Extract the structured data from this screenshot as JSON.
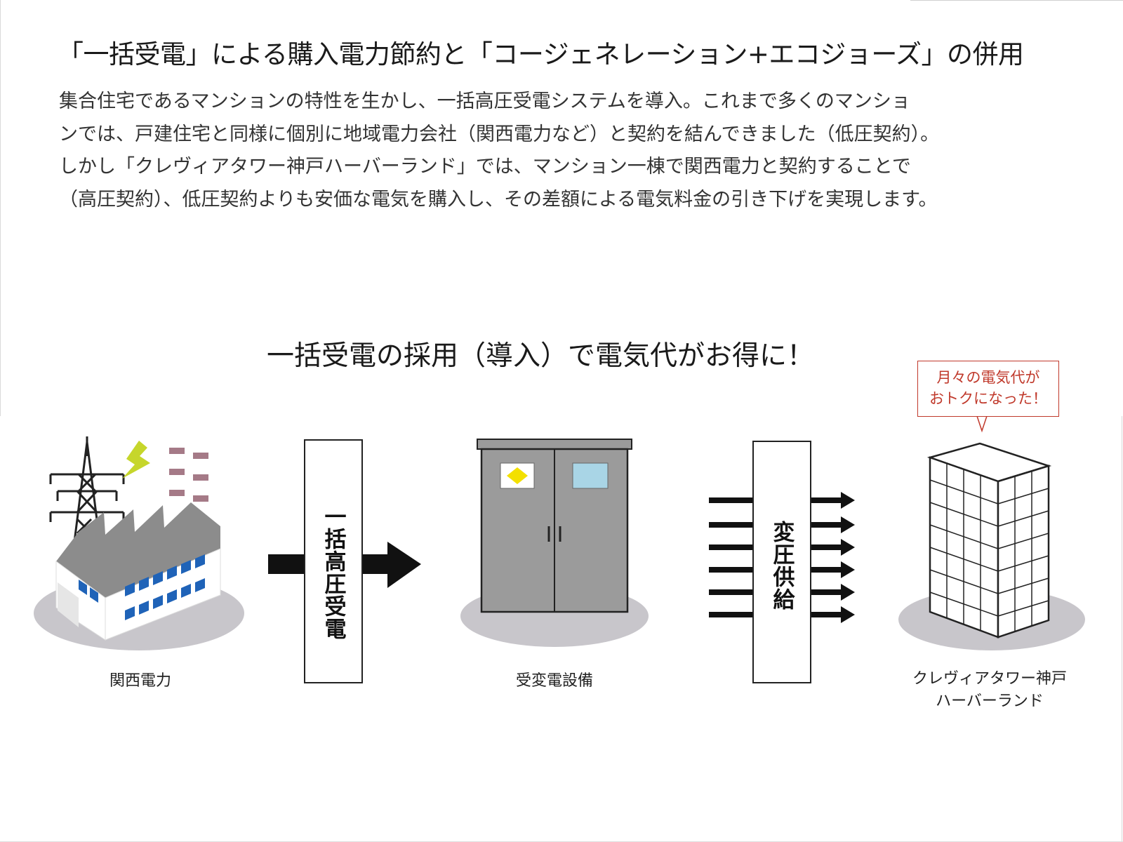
{
  "title": "「一括受電」による購入電力節約と「コージェネレーション+エコジョーズ」の併用",
  "description": [
    "集合住宅であるマンションの特性を生かし、一括高圧受電システムを導入。これまで多くのマンショ",
    "ンでは、戸建住宅と同様に個別に地域電力会社（関西電力など）と契約を結んできました（低圧契約）。",
    "しかし「クレヴィアタワー神戸ハーバーランド」では、マンション一棟で関西電力と契約することで",
    "（高圧契約）、低圧契約よりも安価な電気を購入し、その差額による電気料金の引き下げを実現します。"
  ],
  "diagram": {
    "headline": "一括受電の採用（導入）で電気代がお得に！",
    "nodes": {
      "kansai": {
        "label": "関西電力",
        "icon": "power-plant-icon"
      },
      "substation": {
        "label": "受変電設備",
        "icon": "substation-cabinet-icon"
      },
      "tower": {
        "label_line1": "クレヴィアタワー神戸",
        "label_line2": "ハーバーランド",
        "icon": "apartment-tower-icon"
      }
    },
    "flows": {
      "bulk_receiving": "一括高圧受電",
      "transform_supply": "変圧供給"
    },
    "callout": {
      "line1": "月々の電気代が",
      "line2": "おトクになった！"
    }
  },
  "colors": {
    "plant_roof": "#8c8c8c",
    "plant_window": "#1f63b8",
    "cabinet": "#9b9b9b",
    "ground_shadow": "#c8c6cb",
    "lightning": "#c6d62b",
    "chimney": "#a57a87",
    "callout": "#c0392b",
    "sticker_yellow": "#f3e000",
    "sticker_blue": "#a9d5e6"
  }
}
